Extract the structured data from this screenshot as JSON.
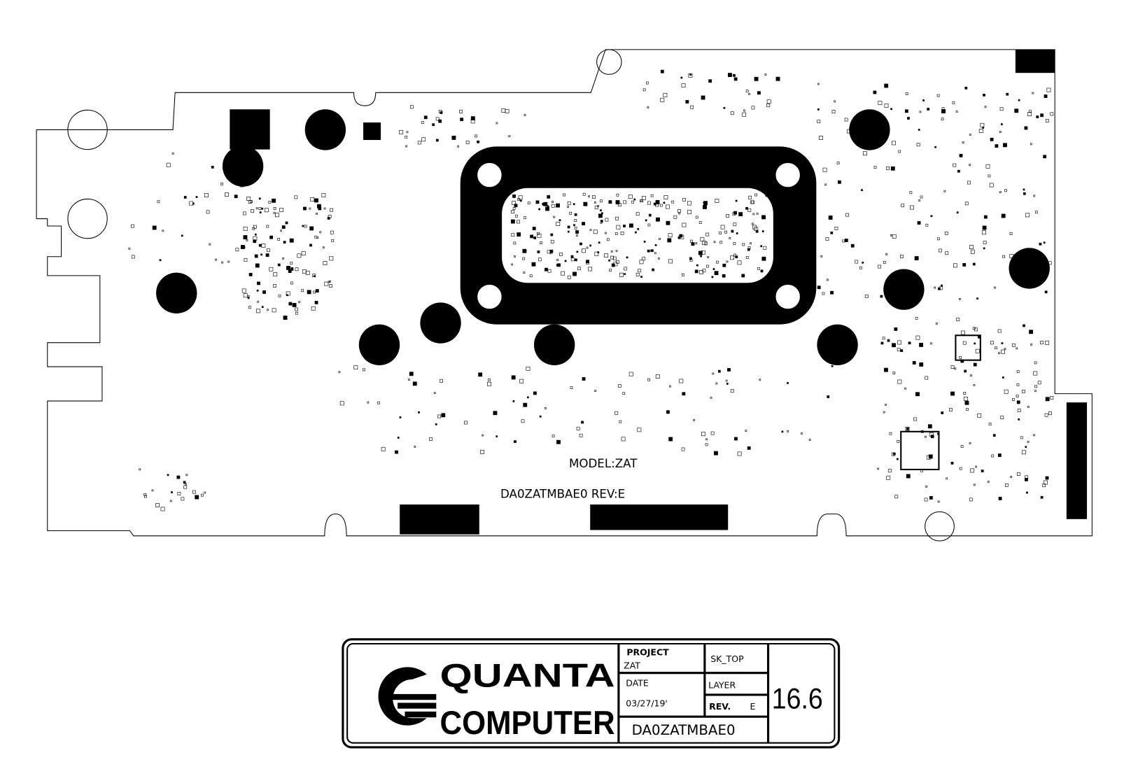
{
  "board": {
    "model_label": "MODEL:ZAT",
    "part_label": "DA0ZATMBAE0 REV:E",
    "ink_color": "#000000",
    "paper_color": "#ffffff"
  },
  "title_block": {
    "company_line1": "QUANTA",
    "company_line2": "COMPUTER",
    "project_label": "PROJECT",
    "project_value": "ZAT",
    "sheet_value": "SK_TOP",
    "date_label": "DATE",
    "date_value": "03/27/19'",
    "layer_label": "LAYER",
    "rev_label": "REV.",
    "rev_value": "E",
    "version": "16.6",
    "part_number": "DA0ZATMBAE0"
  }
}
